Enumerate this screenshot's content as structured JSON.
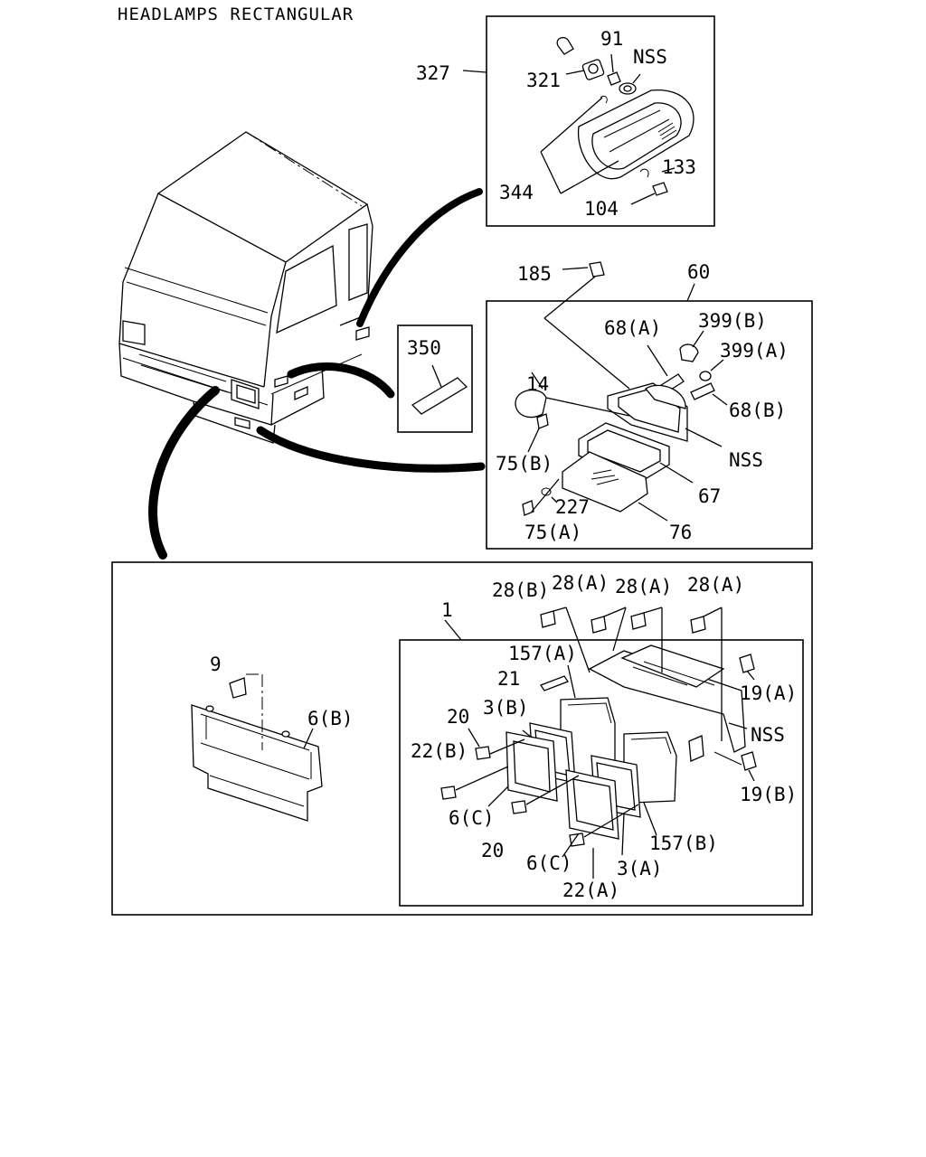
{
  "title": "HEADLAMPS RECTANGULAR",
  "callouts": {
    "p327": "327",
    "p91": "91",
    "nss1": "NSS",
    "p321": "321",
    "p133": "133",
    "p344": "344",
    "p104": "104",
    "p185": "185",
    "p60": "60",
    "p350": "350",
    "p68a": "68(A)",
    "p399b": "399(B)",
    "p399a": "399(A)",
    "p14": "14",
    "p68b": "68(B)",
    "nss2": "NSS",
    "p75b": "75(B)",
    "p67": "67",
    "p227": "227",
    "p76": "76",
    "p75a": "75(A)",
    "p28b": "28(B)",
    "p28a1": "28(A)",
    "p28a2": "28(A)",
    "p28a3": "28(A)",
    "p1": "1",
    "p157a": "157(A)",
    "p9": "9",
    "p21": "21",
    "p19a": "19(A)",
    "p20a": "20",
    "p3b": "3(B)",
    "p6b": "6(B)",
    "nss3": "NSS",
    "p22b": "22(B)",
    "p19b": "19(B)",
    "p6c1": "6(C)",
    "p157b": "157(B)",
    "p20b": "20",
    "p6c2": "6(C)",
    "p3a": "3(A)",
    "p22a": "22(A)"
  }
}
